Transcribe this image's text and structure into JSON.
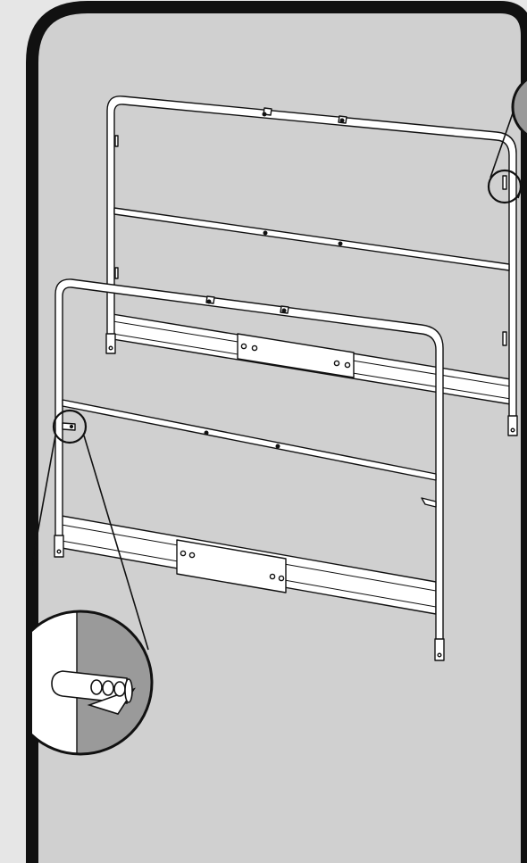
{
  "figure": {
    "kind": "assembly-instruction-illustration",
    "parts": [
      "rear-gate-frame",
      "front-gate-frame",
      "detail-callout-latch",
      "detail-callout-pin"
    ]
  },
  "colors": {
    "page_background": "#e6e6e6",
    "panel_fill": "#d0d0d0",
    "panel_border": "#111111",
    "frame_fill": "#ffffff",
    "frame_stroke": "#111111",
    "detail_shade": "#9a9a9a"
  },
  "icons": {
    "latch_hook": "hook-icon",
    "pin_clip": "pin-icon"
  }
}
